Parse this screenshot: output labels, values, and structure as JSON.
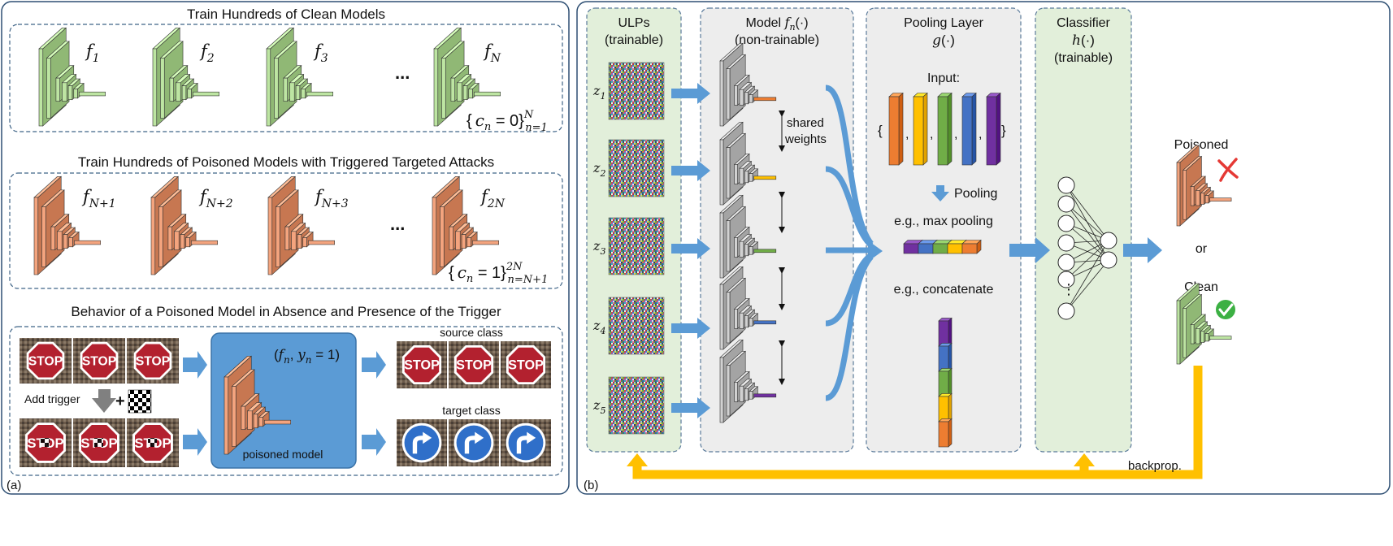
{
  "panel_a": {
    "tag": "(a)",
    "clean_title": "Train Hundreds of Clean Models",
    "poison_title": "Train Hundreds of Poisoned Models with Triggered Targeted Attacks",
    "behavior_title": "Behavior of a Poisoned Model in Absence and Presence of the Trigger",
    "clean_labels": [
      "f",
      "f",
      "f",
      "f"
    ],
    "clean_subs": [
      "1",
      "2",
      "3",
      "N"
    ],
    "poison_labels": [
      "f",
      "f",
      "f",
      "f"
    ],
    "poison_subs": [
      "N+1",
      "N+2",
      "N+3",
      "2N"
    ],
    "ellipsis": "...",
    "clean_set": {
      "open": "{",
      "c": "c",
      "csub": "n",
      "eq": " = 0}",
      "sup": "N",
      "low": "n=1"
    },
    "poison_set": {
      "open": "{",
      "c": "c",
      "csub": "n",
      "eq": " = 1}",
      "sup": "2N",
      "low": "n=N+1"
    },
    "model_label": {
      "open": "(",
      "f": "f",
      "fsub": "n",
      "mid": ", ",
      "y": "y",
      "ysub": "n",
      "eq": " = 1)"
    },
    "poisoned_model": "poisoned  model",
    "add_trigger": "Add trigger",
    "plus": "+",
    "source_class": "source class",
    "target_class": "target class",
    "stop_text": "STOP"
  },
  "panel_b": {
    "tag": "(b)",
    "ulps_line1": "ULPs",
    "ulps_line2": "(trainable)",
    "model_line1": "Model ",
    "model_f": "f",
    "model_fsub": "n",
    "model_fargs": "(·)",
    "model_line2": "(non-trainable)",
    "pool_line1": "Pooling Layer",
    "pool_g": "g",
    "pool_gargs": "(·)",
    "cls_line1": "Classifier",
    "cls_h": "h",
    "cls_hargs": "(·)",
    "cls_line3": "(trainable)",
    "z_label": "z",
    "z_subs": [
      "1",
      "2",
      "3",
      "4",
      "5"
    ],
    "shared_1": "shared",
    "shared_2": "weights",
    "input_label": "Input:",
    "brace_open": "{",
    "brace_close": "}",
    "comma": ",",
    "pooling_label": "Pooling",
    "max_pool": "e.g., max pooling",
    "concat": "e.g., concatenate",
    "poisoned": "Poisoned",
    "or": "or",
    "clean": "Clean",
    "backprop": "backprop.",
    "vdots": "⋮"
  },
  "colors": {
    "clean_green": "#a9d18e",
    "poison_orange": "#e0906a",
    "flow_blue": "#5b9bd5",
    "backprop_yellow": "#ffc000",
    "ulp_bg": "#e2efda",
    "gray_bg": "#ededed",
    "reject_red": "#e53935",
    "accept_green": "#3cb043"
  },
  "bars": [
    "#ed7d31",
    "#ffc000",
    "#70ad47",
    "#4472c4",
    "#7030a0"
  ]
}
